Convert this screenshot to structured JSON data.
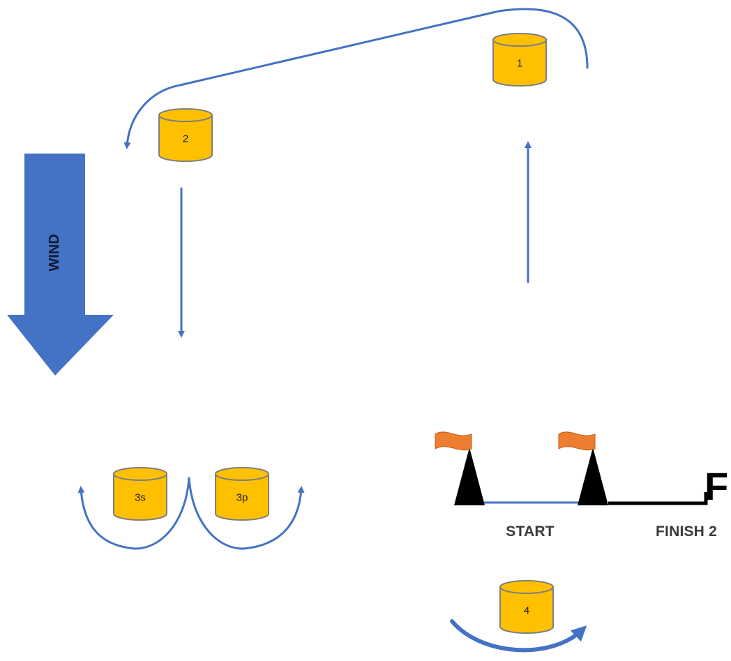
{
  "diagram": {
    "wind_label": "WIND",
    "start_label": "START",
    "finish_label": "FINISH 2",
    "finish_marker_glyph": "F",
    "colors": {
      "course": "#4472c4",
      "wind_arrow": "#4472c4",
      "buoy_fill": "#ffc000",
      "buoy_stroke": "#7f7f7f",
      "flag": "#ed7d31",
      "flag_cone": "#000000",
      "finish_line": "#000000"
    },
    "marks": [
      {
        "id": "mark-1",
        "label": "1"
      },
      {
        "id": "mark-2",
        "label": "2"
      },
      {
        "id": "mark-3s",
        "label": "3s"
      },
      {
        "id": "mark-3p",
        "label": "3p"
      },
      {
        "id": "mark-4",
        "label": "4"
      }
    ],
    "icons": {
      "buoy": "cylinder-buoy-icon",
      "flag": "orange-flag-icon",
      "cone": "black-cone-icon",
      "wind": "down-arrow-icon"
    }
  }
}
